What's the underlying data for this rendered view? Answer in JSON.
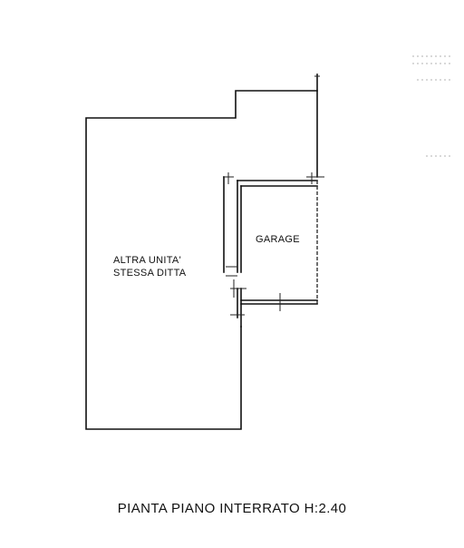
{
  "rooms": {
    "other_unit_line1": "ALTRA UNITA'",
    "other_unit_line2": "STESSA DITTA",
    "garage": "GARAGE"
  },
  "caption": "PIANTA PIANO INTERRATO H:2.40"
}
